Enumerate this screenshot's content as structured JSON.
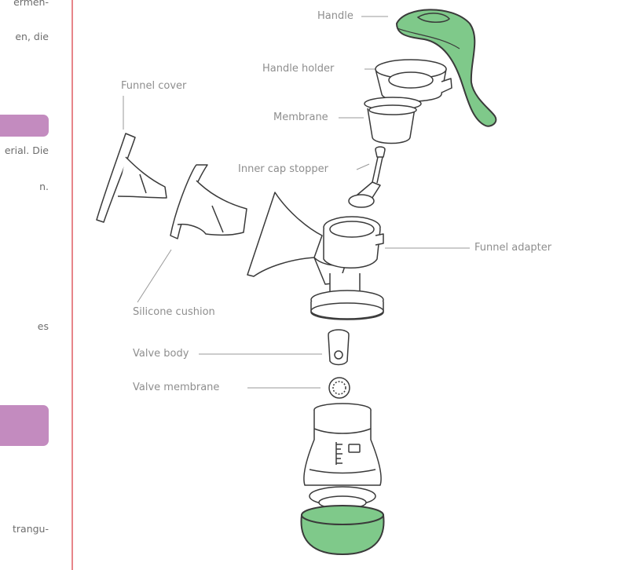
{
  "left_fragments": [
    "ermen-",
    "en, die",
    "erial. Die",
    "n.",
    "es",
    "trangu-"
  ],
  "labels": {
    "handle": "Handle",
    "handle_holder": "Handle holder",
    "funnel_cover": "Funnel cover",
    "membrane": "Membrane",
    "inner_cap_stopper": "Inner cap stopper",
    "funnel_adapter": "Funnel adapter",
    "silicone_cushion": "Silicone cushion",
    "valve_body": "Valve body",
    "valve_membrane": "Valve membrane"
  },
  "colors": {
    "accent_bar": "#c38bbf",
    "rule_line": "#e7858a",
    "handle_green": "#7fc98a",
    "outline": "#3a3a3a",
    "label_text": "#8e8e8e"
  }
}
